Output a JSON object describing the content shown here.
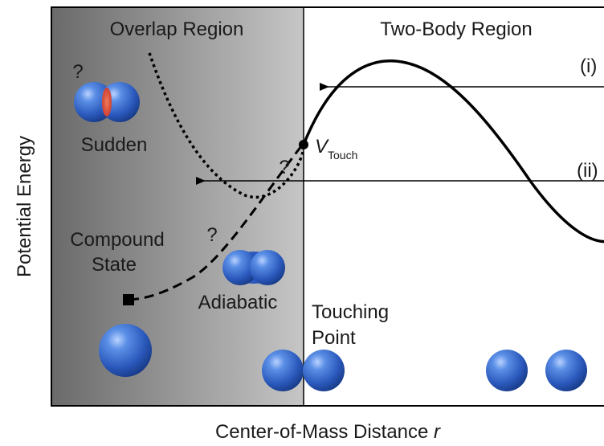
{
  "axes": {
    "ylabel": "Potential Energy",
    "xlabel_text": "Center-of-Mass Distance ",
    "xlabel_var": "r"
  },
  "regions": {
    "overlap": "Overlap Region",
    "two_body": "Two-Body Region"
  },
  "labels": {
    "sudden": "Sudden",
    "compound_line1": "Compound",
    "compound_line2": "State",
    "adiabatic": "Adiabatic",
    "touching_line1": "Touching",
    "touching_line2": "Point",
    "vtouch_symbol": "V",
    "vtouch_sub": "Touch",
    "question_mark": "?",
    "arrow_i": "(i)",
    "arrow_ii": "(ii)"
  },
  "colors": {
    "overlap_dark": "#6e6e6e",
    "overlap_light": "#c4c4c4",
    "sphere_blue": "#2f5fc4",
    "sphere_neck": "#d84a3a",
    "line": "#000000"
  }
}
